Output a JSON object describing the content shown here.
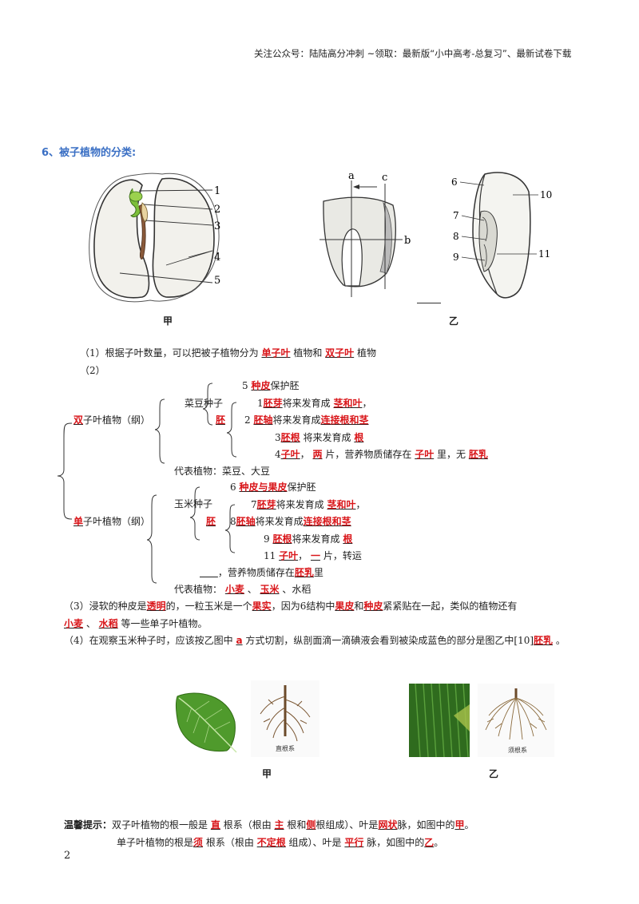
{
  "header": "关注公众号：陆陆高分冲刺 ~领取：最新版“小中高考-总复习”、最新试卷下载",
  "section_title": "6、被子植物的分类:",
  "fig1": {
    "bean_labels": [
      "1",
      "2",
      "3",
      "4",
      "5"
    ],
    "bean_caption": "甲",
    "corn_labels_top": [
      "a",
      "c",
      "b"
    ],
    "corn_labels_right": [
      "6",
      "10",
      "7",
      "8",
      "9",
      "11"
    ],
    "corn_caption": "乙"
  },
  "q1": {
    "pre": "（1）根据子叶数量，可以把被子植物分为",
    "a1": "单子叶",
    "mid": "植物和",
    "a2": "双子叶",
    "post": "植物"
  },
  "q2_label": "（2）",
  "dicot": {
    "head_ans": "双",
    "head_txt": "子叶植物（纲）",
    "seed": "菜豆种子",
    "l5_num": "5",
    "l5_ans": "种皮",
    "l5_txt": "保护胚",
    "embryo": "胚",
    "l1_num": "1",
    "l1_ans": "胚芽",
    "l1_txt": "将来发育成",
    "l1_ans2": "茎和叶",
    "l1_end": "，",
    "l2_num": "2",
    "l2_ans": "胚轴",
    "l2_txt": "将来发育成",
    "l2_ans2": "连接根和茎",
    "l3_num": "3",
    "l3_ans": "胚根",
    "l3_txt": "将来发育成",
    "l3_ans2": "根",
    "l4_num": "4",
    "l4_ans": "子叶",
    "l4_sep": "，",
    "l4_ans2": "两",
    "l4_txt": "片，营养物质储存在",
    "l4_ans3": "子叶",
    "l4_txt2": "里，无",
    "l4_ans4": "胚乳",
    "rep": "代表植物：菜豆、大豆"
  },
  "monocot": {
    "head_ans": "单",
    "head_txt": "子叶植物（纲）",
    "seed": "玉米种子",
    "l6_num": "6",
    "l6_ans": "种皮与果皮",
    "l6_txt": "保护胚",
    "embryo": "胚",
    "l7_num": "7",
    "l7_ans": "胚芽",
    "l7_txt": "将来发育成",
    "l7_ans2": "茎和叶",
    "l7_end": "，",
    "l8_num": "8",
    "l8_ans": "胚轴",
    "l8_txt": "将来发育成",
    "l8_ans2": "连接根和茎",
    "l9_num": "9",
    "l9_ans": "胚根",
    "l9_txt": "将来发育成",
    "l9_ans2": "根",
    "l11_num": "11",
    "l11_ans": "子叶",
    "l11_sep": "，",
    "l11_ans2": "一",
    "l11_txt": "片，转运",
    "l10_txt": "，营养物质储存在",
    "l10_ans": "胚乳",
    "l10_end": "里",
    "rep_pre": "代表植物：",
    "rep_a1": "小麦",
    "rep_sep": "、",
    "rep_a2": "玉米",
    "rep_end": "、水稻"
  },
  "q3": {
    "p1": "（3）浸软的种皮是",
    "a1": "透明",
    "p2": "的，一粒玉米是一个",
    "a2": "果实",
    "p3": "，因为6结构中",
    "a3": "果皮",
    "p4": "和",
    "a4": "种皮",
    "p5": "紧紧贴在一起，类似的植物还有",
    "b1": "小麦",
    "bsep": "、",
    "b2": "水稻",
    "bend": "等一些单子叶植物。"
  },
  "q4": {
    "p1": "（4）在观察玉米种子时，应该按乙图中",
    "a1": "a",
    "p2": "方式切割，纵剖面滴一滴碘液会看到被染成蓝色的部分是图乙中[10]",
    "a2": "胚乳",
    "p3": "。"
  },
  "fig2": {
    "taproot_label": "直根系",
    "fibrous_label": "须根系",
    "cap_left": "甲",
    "cap_right": "乙"
  },
  "tip": {
    "label": "温馨提示：",
    "r1": {
      "p1": "双子叶植物的根一般是",
      "a1": "直",
      "p2": "根系（根由",
      "a2": "主",
      "p3": "根和",
      "a3": "侧",
      "p4": "根组成）、叶是",
      "a4": "网状",
      "p5": "脉，如图中的",
      "a5": "甲",
      "p6": "。"
    },
    "r2": {
      "p1": "单子叶植物的根是",
      "a1": "须",
      "p2": "根系（根由",
      "a2": "不定根",
      "p3": "组成）、叶是",
      "a3": "平行",
      "p4": "脉，如图中的",
      "a4": "乙",
      "p5": "。"
    }
  },
  "page_number": "2"
}
